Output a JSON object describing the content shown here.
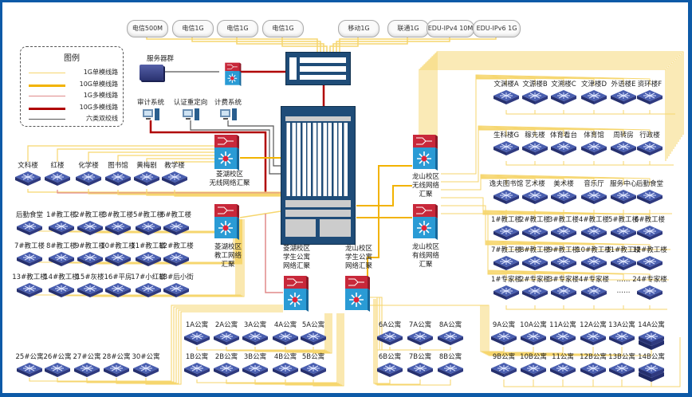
{
  "clouds": [
    "电信500M",
    "电信1G",
    "电信1G",
    "电信1G",
    "移动1G",
    "联通1G",
    "EDU-IPv4 10M",
    "EDU-IPv6 1G"
  ],
  "legend": {
    "title": "图例",
    "items": [
      {
        "label": "1G单模线路",
        "color": "#f6d66e"
      },
      {
        "label": "10G单模线路",
        "color": "#f2b300"
      },
      {
        "label": "1G多模线路",
        "color": "#e08a8a"
      },
      {
        "label": "10G多模线路",
        "color": "#b00000"
      },
      {
        "label": "六类双绞线",
        "color": "#555555"
      }
    ]
  },
  "server_cluster": "服务器群",
  "systems": [
    "审计系统",
    "认证重定向",
    "计费系统"
  ],
  "aggregators": {
    "lh_wireless": [
      "菱湖校区",
      "无线网络汇聚"
    ],
    "lh_faculty": [
      "菱湖校区",
      "教工网络",
      "汇聚"
    ],
    "lh_student": [
      "菱湖校区",
      "学生公寓",
      "网络汇聚"
    ],
    "ls_student": [
      "龙山校区",
      "学生公寓",
      "网络汇聚"
    ],
    "ls_wireless": [
      "龙山校区",
      "无线网络",
      "汇聚"
    ],
    "ls_wired": [
      "龙山校区",
      "有线网络",
      "汇聚"
    ]
  },
  "lh_rows": [
    [
      "文科楼",
      "红楼",
      "化学楼",
      "图书馆",
      "黄梅剧",
      "教学楼"
    ],
    [
      "后勤食堂",
      "1#教工楼",
      "2#教工楼",
      "3#教工楼",
      "5#教工楼",
      "6#教工楼"
    ],
    [
      "7#教工楼",
      "8#教工楼",
      "9#教工楼",
      "10#教工楼",
      "11#教工楼",
      "12#教工楼"
    ],
    [
      "13#教工楼",
      "14#教工楼",
      "15#灰楼",
      "16#平房",
      "17#小红楼",
      "18#后小街"
    ]
  ],
  "lh_dorm_rows": [
    [
      "25#公寓",
      "26#公寓",
      "27#公寓",
      "28#公寓",
      "30#公寓"
    ],
    [
      "1A公寓",
      "2A公寓",
      "3A公寓",
      "4A公寓",
      "5A公寓"
    ],
    [
      "1B公寓",
      "2B公寓",
      "3B公寓",
      "4B公寓",
      "5B公寓"
    ]
  ],
  "ls_rows": [
    [
      "文渊楼A",
      "文源楼B",
      "文溯楼C",
      "文津楼D",
      "外语楼E",
      "资环楼F"
    ],
    [
      "生科楼G",
      "稼先楼",
      "体育看台",
      "体育馆",
      "周转房",
      "行政楼"
    ],
    [
      "逸夫图书馆",
      "艺术楼",
      "美术楼",
      "音乐厅",
      "服务中心",
      "后勤食堂"
    ],
    [
      "1#教工楼",
      "2#教工楼",
      "3#教工楼",
      "4#教工楼",
      "5#教工楼",
      "6#教工楼"
    ],
    [
      "7#教工楼",
      "8#教工楼",
      "9#教工楼",
      "10#教工楼",
      "11#教工楼",
      "12#教工楼"
    ],
    [
      "1#专家楼",
      "2#专家楼",
      "3#专家楼",
      "4#专家楼",
      "……",
      "24#专家楼"
    ]
  ],
  "ls_dorm_rows": [
    [
      "6A公寓",
      "7A公寓",
      "8A公寓"
    ],
    [
      "6B公寓",
      "7B公寓",
      "8B公寓"
    ],
    [
      "9A公寓",
      "10A公寓",
      "11A公寓",
      "12A公寓",
      "13A公寓",
      "14A公寓"
    ],
    [
      "9B公寓",
      "10B公寓",
      "11公寓",
      "12B公寓",
      "13B公寓",
      "14B公寓"
    ]
  ]
}
